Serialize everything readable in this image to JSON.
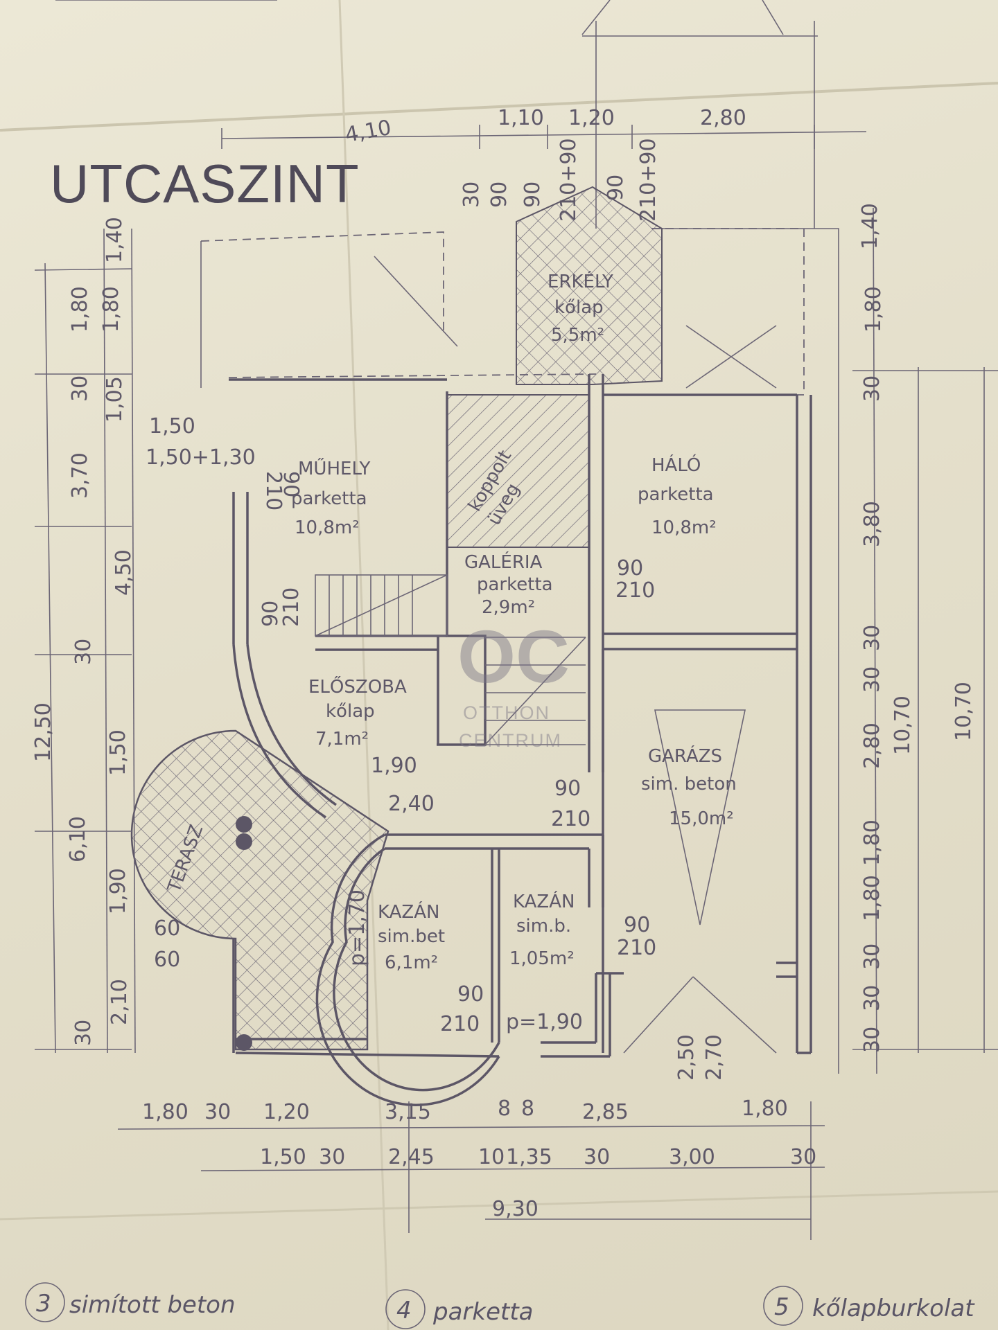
{
  "heading": "UTCASZINT",
  "rooms": {
    "muhely": [
      "MŰHELY",
      "parketta",
      "10,8m²"
    ],
    "halo": [
      "HÁLÓ",
      "parketta",
      "10,8m²"
    ],
    "galeria": [
      "GALÉRIA",
      "parketta",
      "2,9m²"
    ],
    "eloszoba": [
      "ELŐSZOBA",
      "kőlap",
      "7,1m²"
    ],
    "garazs": [
      "GARÁZS",
      "sim. beton",
      "15,0m²"
    ],
    "kazan": [
      "KAZÁN",
      "sim.bet",
      "6,1m²"
    ],
    "kazan2": [
      "KAZÁN",
      "sim.b.",
      "1,05m²"
    ],
    "erkely": [
      "ERKÉLY",
      "kőlap",
      "5,5m²"
    ],
    "terasz": "TERASZ",
    "kopott": [
      "koppolt",
      "üveg"
    ]
  },
  "dims_top": [
    "4,10",
    "1,10",
    "1,20",
    "2,80"
  ],
  "dims_top_small": [
    "30",
    "90",
    "90",
    "90",
    "210+90",
    "210+90"
  ],
  "dims_left_outer": [
    "12,50",
    "6,10",
    "4,50",
    "3,70",
    "1,80",
    "30"
  ],
  "dims_left_inner": [
    "1,80",
    "1,40",
    "1,05",
    "30",
    "1,50",
    "1,90",
    "60",
    "60",
    "2,10",
    "30"
  ],
  "dims_right": [
    "1,80",
    "1,40",
    "30",
    "3,80",
    "30",
    "30",
    "2,80",
    "10,70",
    "10,70",
    "1,80",
    "1,80",
    "30",
    "30",
    "30"
  ],
  "dims_bottom_1": [
    "1,80",
    "30",
    "1,20",
    "3,15",
    "8",
    "8",
    "2,85",
    "1,80"
  ],
  "dims_bottom_2": [
    "1,50",
    "30",
    "2,45",
    "10",
    "1,35",
    "30",
    "3,00",
    "30"
  ],
  "dims_bottom_total": "9,30",
  "door_labels": [
    "1,50",
    "1,50+1,30",
    "90",
    "210",
    "90",
    "210",
    "90",
    "210",
    "90",
    "210",
    "90",
    "210",
    "1,90",
    "2,40",
    "p=1,90",
    "p=1,70",
    "90",
    "210",
    "2,50",
    "2,70"
  ],
  "watermark": {
    "mark": "OC",
    "line1": "OTTHON",
    "line2": "CENTRUM"
  },
  "legend": [
    "3",
    "simított beton",
    "4",
    "parketta",
    "5",
    "kőlapburkolat"
  ]
}
